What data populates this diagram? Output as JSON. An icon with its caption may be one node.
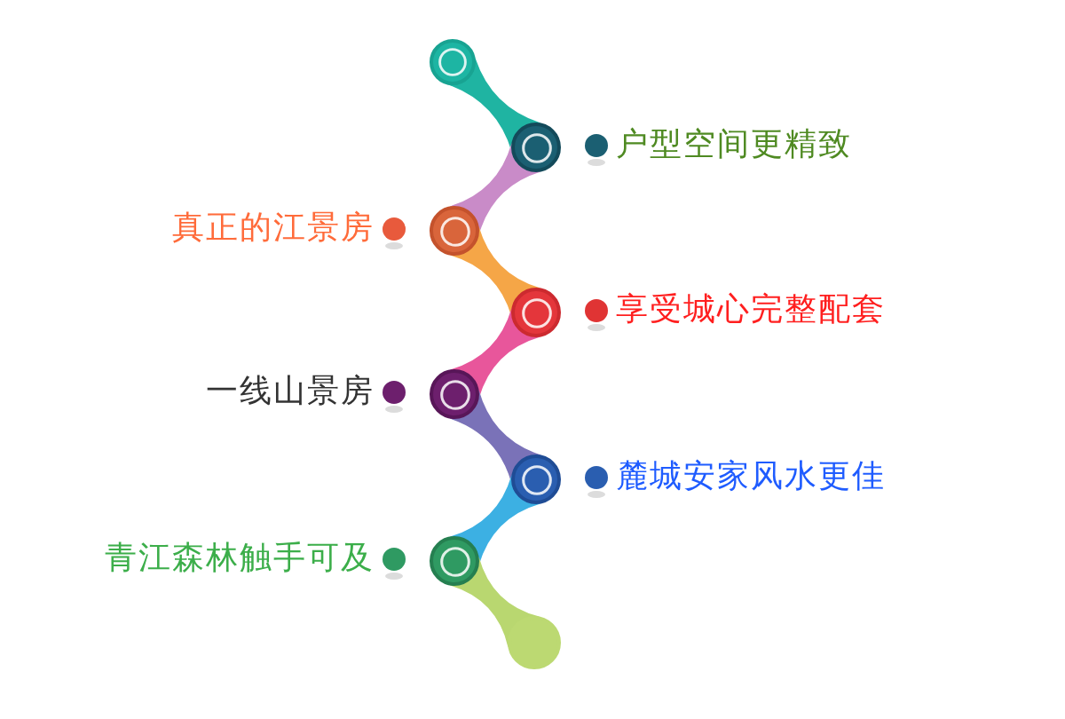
{
  "diagram": {
    "nodes": [
      {
        "text": [],
        "shape": "circle"
      },
      {
        "text": [],
        "shape": "circle",
        "beside": [
          "户型空间更精致"
        ]
      },
      {
        "text": [],
        "shape": "circle",
        "beside": [
          "真正的江景房"
        ]
      },
      {
        "text": [],
        "shape": "circle",
        "beside": [
          "享受城心完整配套"
        ]
      },
      {
        "text": [],
        "shape": "circle",
        "beside": [
          "一线山景房"
        ]
      },
      {
        "text": [],
        "shape": "circle",
        "beside": [
          "麓城安家风水更佳"
        ]
      },
      {
        "text": [],
        "shape": "circle",
        "beside": [
          "青江森林触手可及"
        ]
      },
      {
        "text": [],
        "shape": "circle"
      }
    ],
    "edges": [
      {
        "from": 0,
        "to": 1,
        "arrow": "none",
        "color": "#1fb4a2"
      },
      {
        "from": 1,
        "to": 2,
        "arrow": "none",
        "color": "#c98bc8"
      },
      {
        "from": 2,
        "to": 3,
        "arrow": "none",
        "color": "#f5a647"
      },
      {
        "from": 3,
        "to": 4,
        "arrow": "none",
        "color": "#e8569b"
      },
      {
        "from": 4,
        "to": 5,
        "arrow": "none",
        "color": "#7a72b8"
      },
      {
        "from": 5,
        "to": 6,
        "arrow": "none",
        "color": "#3cb0e3"
      },
      {
        "from": 6,
        "to": 7,
        "arrow": "none",
        "color": "#b9d770"
      }
    ]
  }
}
